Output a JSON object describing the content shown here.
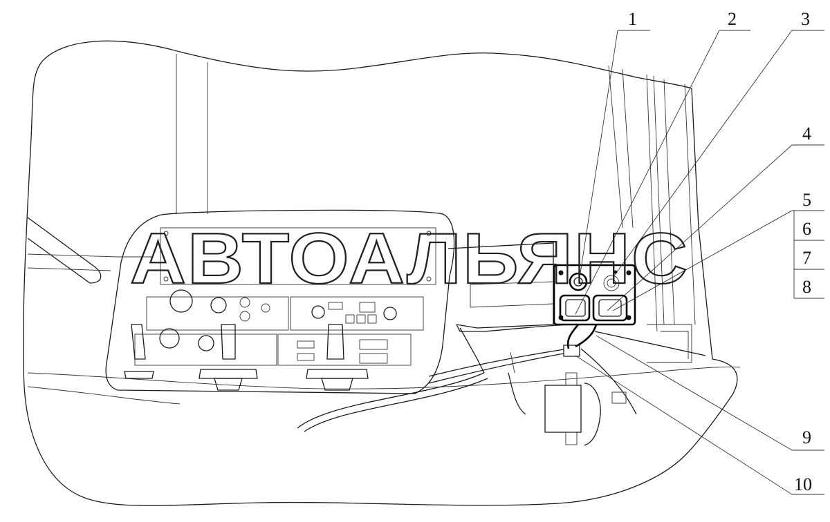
{
  "watermark": "АВТОАЛЬЯНС",
  "callouts": [
    {
      "label": "1"
    },
    {
      "label": "2"
    },
    {
      "label": "3"
    },
    {
      "label": "4"
    },
    {
      "label": "5"
    },
    {
      "label": "6"
    },
    {
      "label": "7"
    },
    {
      "label": "8"
    },
    {
      "label": "9"
    },
    {
      "label": "10"
    }
  ]
}
